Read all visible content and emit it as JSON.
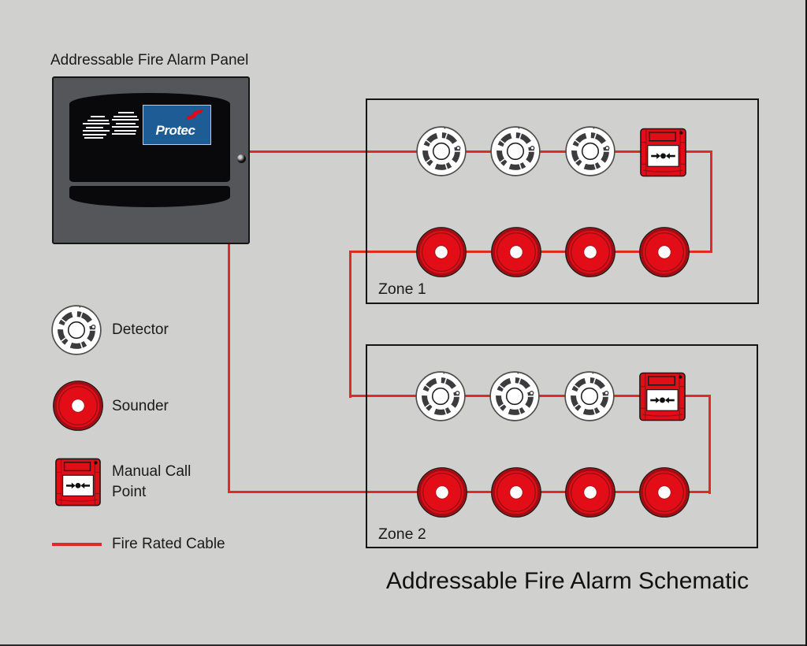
{
  "title": "Addressable Fire Alarm Schematic",
  "panel": {
    "label": "Addressable Fire Alarm Panel",
    "brand": "Protec"
  },
  "zones": [
    {
      "label": "Zone 1",
      "detectors": 3,
      "sounders": 4,
      "manual_call_points": 1
    },
    {
      "label": "Zone 2",
      "detectors": 3,
      "sounders": 4,
      "manual_call_points": 1
    }
  ],
  "legend": {
    "items": [
      {
        "id": "detector",
        "label": "Detector"
      },
      {
        "id": "sounder",
        "label": "Sounder"
      },
      {
        "id": "manual-call-point",
        "label": "Manual Call Point"
      },
      {
        "id": "fire-rated-cable",
        "label": "Fire Rated Cable"
      }
    ]
  },
  "colors": {
    "background": "#d0d0ce",
    "cable_red": "#df2b22",
    "device_red": "#e30d17",
    "device_red_dark": "#a00d13",
    "brand_blue": "#1e5c96",
    "panel_body_gray": "#55565a",
    "outline_black": "#1a1a1a",
    "detector_ring_gray": "#3c3c3e"
  }
}
